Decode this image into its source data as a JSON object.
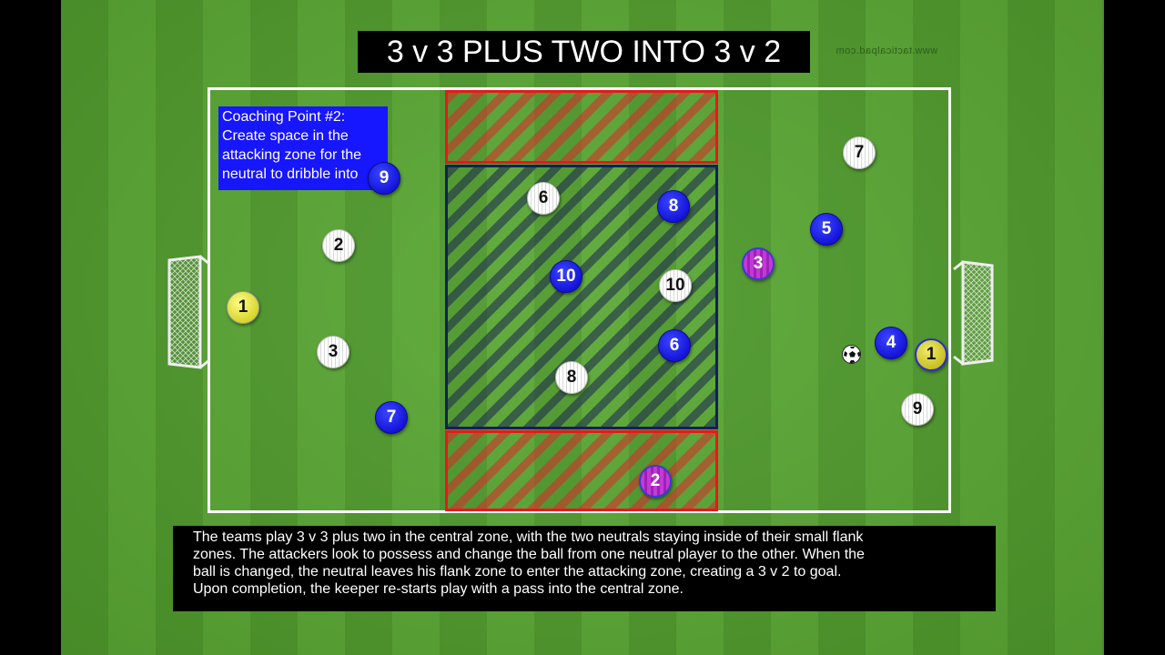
{
  "title": "3 v 3 PLUS TWO INTO 3 v 2",
  "watermark": "www.tacticalpad.com",
  "coaching_point": {
    "lines": [
      "Coaching Point #2:",
      "Create space in the",
      "attacking zone for the",
      "neutral to dribble into"
    ]
  },
  "description": {
    "lines": [
      "The teams play 3 v 3 plus two in the central zone, with the two neutrals staying inside of their small flank",
      "zones. The attackers look to possess and change the ball from one neutral player to the other. When the",
      "ball is changed, the neutral leaves his flank zone to enter the attacking zone, creating a 3 v 2 to goal.",
      "Upon completion, the keeper re-starts play with a pass into the central zone."
    ]
  },
  "players": {
    "white_team": [
      "7",
      "6",
      "2",
      "10",
      "3",
      "8",
      "9"
    ],
    "blue_team": [
      "9",
      "8",
      "5",
      "10",
      "6",
      "4",
      "7"
    ],
    "neutrals": [
      "3",
      "2"
    ],
    "goalkeepers": [
      "1",
      "1"
    ]
  },
  "colors": {
    "pitch_light": "#5aa834",
    "pitch_dark": "#4f9a2c",
    "flank_zone": "#e51a1a",
    "central_zone": "#12205a",
    "blue_team": "#1414d8",
    "neutral": "#b82ccc",
    "keeper": "#e8e640",
    "coaching_box": "#1616ff"
  }
}
